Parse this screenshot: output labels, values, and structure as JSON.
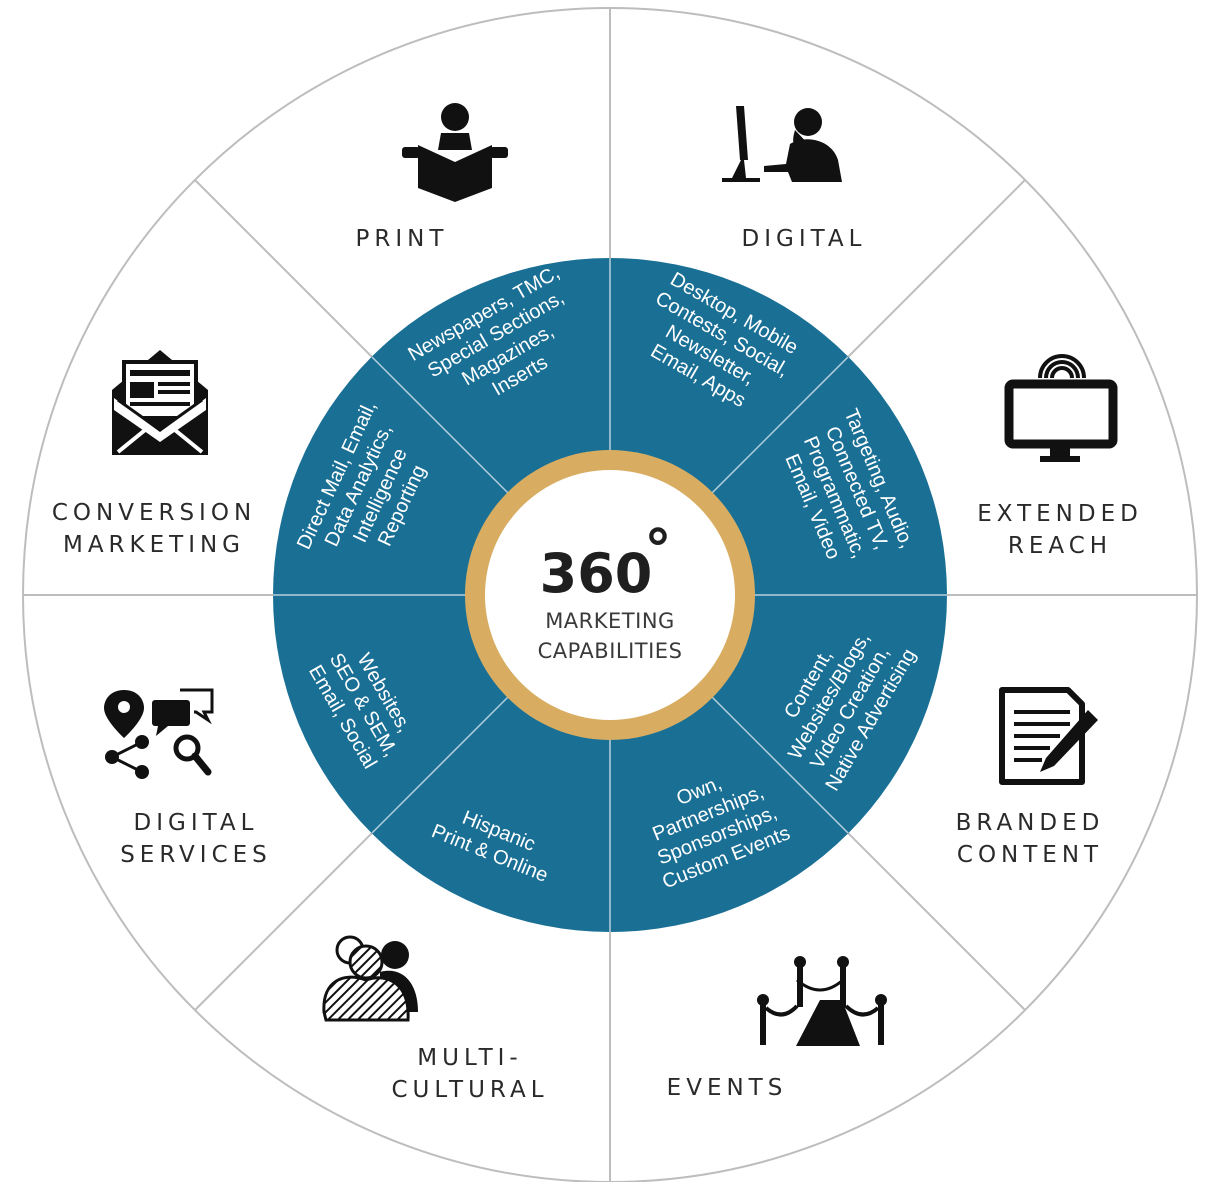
{
  "colors": {
    "wheel_ring": "#1a6f95",
    "gold_ring": "#d8ad62",
    "outline": "#bdbdbd",
    "icon": "#111111"
  },
  "center": {
    "big": "360",
    "degree": "°",
    "line1": "MARKETING",
    "line2": "CAPABILITIES"
  },
  "segments": [
    {
      "id": "print",
      "icon": "reading-person-icon",
      "label": [
        "PRINT"
      ],
      "inner": [
        "Newspapers, TMC,",
        "Special Sections,",
        "Magazines,",
        "Inserts"
      ]
    },
    {
      "id": "digital",
      "icon": "person-at-computer-icon",
      "label": [
        "DIGITAL"
      ],
      "inner": [
        "Desktop, Mobile",
        "Contests, Social,",
        "Newsletter,",
        "Email, Apps"
      ]
    },
    {
      "id": "extended-reach",
      "icon": "connected-tv-icon",
      "label": [
        "EXTENDED",
        "REACH"
      ],
      "inner": [
        "Targeting, Audio,",
        "Connected TV,",
        "Programmatic,",
        "Email, Video"
      ]
    },
    {
      "id": "branded-content",
      "icon": "document-pen-icon",
      "label": [
        "BRANDED",
        "CONTENT"
      ],
      "inner": [
        "Content,",
        "Websites/Blogs,",
        "Video Creation,",
        "Native Advertising"
      ]
    },
    {
      "id": "events",
      "icon": "red-carpet-icon",
      "label": [
        "EVENTS"
      ],
      "inner": [
        "Own,",
        "Partnerships,",
        "Sponsorships,",
        "Custom Events"
      ]
    },
    {
      "id": "multi-cultural",
      "icon": "people-group-icon",
      "label": [
        "MULTI-",
        "CULTURAL"
      ],
      "inner": [
        "Hispanic",
        "Print & Online"
      ]
    },
    {
      "id": "digital-services",
      "icon": "location-chat-share-search-icon",
      "label": [
        "DIGITAL",
        "SERVICES"
      ],
      "inner": [
        "Websites,",
        "SEO & SEM,",
        "Email, Social"
      ]
    },
    {
      "id": "conversion-marketing",
      "icon": "envelope-newsletter-icon",
      "label": [
        "CONVERSION",
        "MARKETING"
      ],
      "inner": [
        "Direct Mail, Email,",
        "Data Analytics,",
        "Intelligence",
        "Reporting"
      ]
    }
  ]
}
